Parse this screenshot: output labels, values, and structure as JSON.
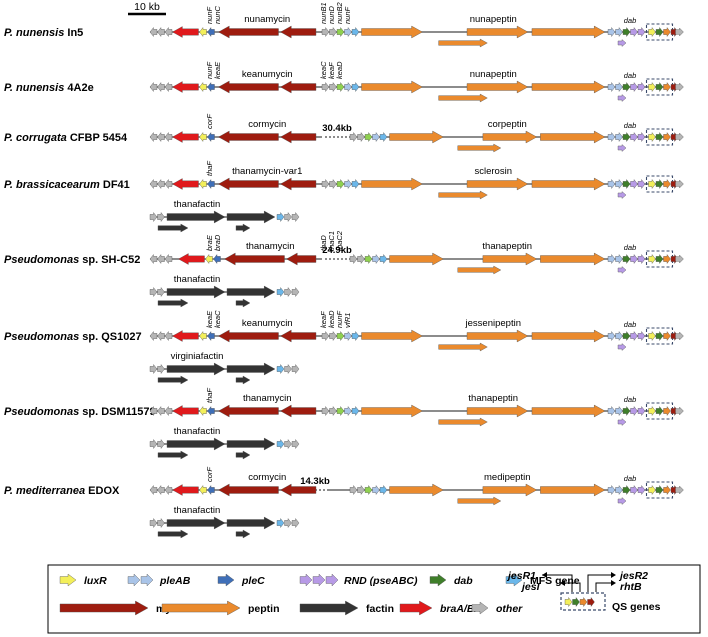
{
  "scale_bar": {
    "label": "10 kb"
  },
  "colors": {
    "luxR": "#f3ef5a",
    "pleAB": "#a9c4e8",
    "pleC": "#3f6fb8",
    "RND": "#b79ae6",
    "dab": "#3f7f2a",
    "MFS": "#6bb7ea",
    "mycin": "#9e1c0f",
    "peptin": "#ea8a2d",
    "factin": "#333333",
    "bra": "#e0191c",
    "other": "#b5b5b5",
    "green_small": "#8fd14f",
    "line": "#666666"
  },
  "strains": [
    {
      "species": "P. nunensis",
      "strain": " In5",
      "mycin": "nunamycin",
      "peptin": "nunapeptin",
      "genes": [
        "nunF",
        "nunC",
        "nunB1",
        "nunD",
        "nunB2",
        "nunF",
        "dab"
      ]
    },
    {
      "species": "P. nunensis",
      "strain": " 4A2e",
      "mycin": "keanumycin",
      "peptin": "nunapeptin",
      "genes": [
        "nunF",
        "keaE",
        "keaC",
        "keaF",
        "keaD",
        "dab"
      ]
    },
    {
      "species": "P. corrugata",
      "strain": " CFBP 5454",
      "mycin": "cormycin",
      "peptin": "corpeptin",
      "gap": "30.4kb",
      "genes": [
        "corF",
        "dab"
      ]
    },
    {
      "species": "P. brassicacearum",
      "strain": " DF41",
      "mycin": "thanamycin-var1",
      "peptin": "sclerosin",
      "factin": "thanafactin",
      "genes": [
        "thaF"
      ]
    },
    {
      "species": "Pseudomonas",
      "strain": " sp. SH-C52",
      "mycin": "thanamycin",
      "peptin": "thanapeptin",
      "gap": "24.9kb",
      "factin": "thanafactin",
      "genes": [
        "braE",
        "braD",
        "thaD",
        "thaC1",
        "thaC2",
        "dab"
      ]
    },
    {
      "species": "Pseudomonas",
      "strain": " sp. QS1027",
      "mycin": "keanumycin",
      "peptin": "jessenipeptin",
      "factin": "virginiafactin",
      "genes": [
        "keaE",
        "keaC",
        "keaF",
        "keaD",
        "nunF",
        "vfR1",
        "dab"
      ]
    },
    {
      "species": "Pseudomonas",
      "strain": " sp. DSM11579",
      "mycin": "thanamycin",
      "peptin": "thanapeptin",
      "factin": "thanafactin",
      "genes": [
        "thaF",
        "dab"
      ]
    },
    {
      "species": "P. mediterranea",
      "strain": " EDOX",
      "mycin": "cormycin",
      "peptin": "medipeptin",
      "gap": "14.3kb",
      "factin": "thanafactin",
      "genes": [
        "corF",
        "dab"
      ]
    }
  ],
  "legend": {
    "items": [
      {
        "label": "luxR",
        "italic": true,
        "color_key": "luxR"
      },
      {
        "label": "pleAB",
        "italic": true,
        "color_key": "pleAB"
      },
      {
        "label": "pleC",
        "italic": true,
        "color_key": "pleC"
      },
      {
        "label": "RND (pseABC)",
        "italic": true,
        "color_key": "RND"
      },
      {
        "label": "dab",
        "italic": true,
        "color_key": "dab"
      },
      {
        "label": "MFS gene",
        "italic": false,
        "color_key": "MFS"
      },
      {
        "label": "mycin",
        "italic": false,
        "color_key": "mycin"
      },
      {
        "label": "peptin",
        "italic": false,
        "color_key": "peptin"
      },
      {
        "label": "factin",
        "italic": false,
        "color_key": "factin"
      },
      {
        "label": "braA/B/C",
        "italic": true,
        "color_key": "bra"
      },
      {
        "label": "other",
        "italic": true,
        "color_key": "other"
      }
    ],
    "qs": {
      "title": "QS genes",
      "jesR1": "jesR1",
      "jesI": "jesI",
      "jesR2": "jesR2",
      "rhtB": "rhtB"
    }
  }
}
